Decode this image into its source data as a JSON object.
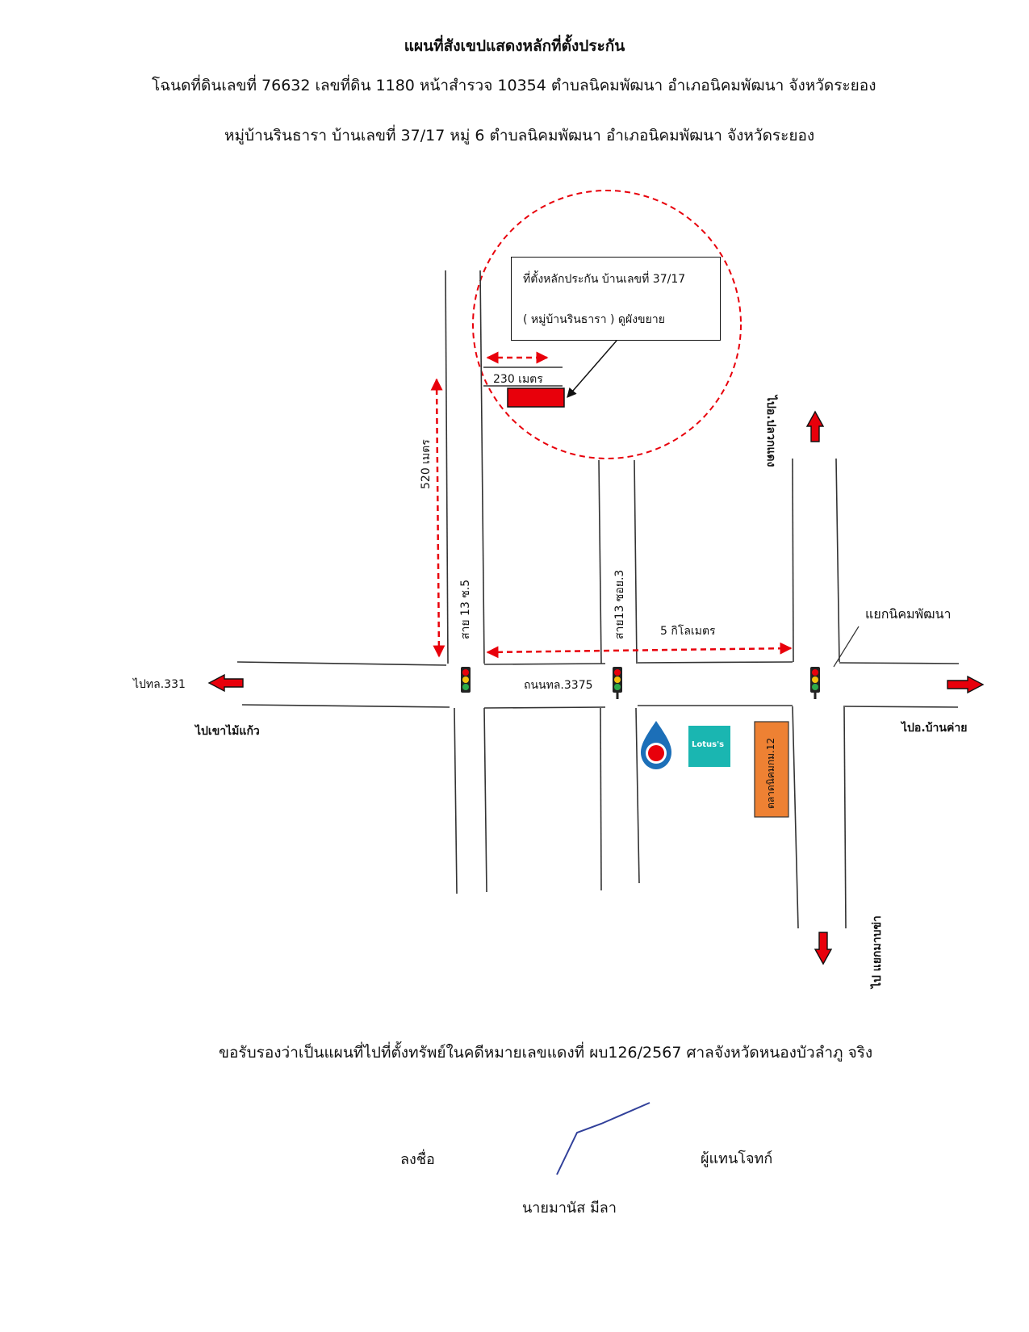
{
  "header": {
    "title": "แผนที่สังเขปแสดงหลักที่ตั้งประกัน",
    "line1": "โฉนดที่ดินเลขที่ 76632   เลขที่ดิน 1180  หน้าสำรวจ 10354  ตำบลนิคมพัฒนา  อำเภอนิคมพัฒนา  จังหวัดระยอง",
    "line2": "หมู่บ้านรินธารา บ้านเลขที่ 37/17  หมู่ 6  ตำบลนิคมพัฒนา  อำเภอนิคมพัฒนา  จังหวัดระยอง"
  },
  "map": {
    "callout": {
      "line1": "ที่ตั้งหลักประกัน บ้านเลขที่ 37/17",
      "line2": "( หมู่บ้านรินธารา ) ดูผังขยาย"
    },
    "distances": {
      "d230": "230 เมตร",
      "d520": "520 เมตร",
      "d5km": "5 กิโลเมตร"
    },
    "roads": {
      "soi_a": "สาย 13 ซ.5",
      "soi_b": "สาย13 ซอย.3",
      "main_road": "ถนนทล.3375"
    },
    "directions": {
      "west": "ไปทล.331",
      "southwest": "ไปเขาไม้แก้ว",
      "north": "ไปอ.ปลวกแดง",
      "east": "ไปอ.บ้านค่าย",
      "south": "ไป แยกมาบข่า"
    },
    "landmarks": {
      "junction": "แยกนิคมพัฒนา",
      "market": "ตลาดนิคมกม.12",
      "lotus_logo": "Lotus's",
      "ptt_icon": "ptt-station-icon"
    },
    "colors": {
      "accent_red": "#e8000b",
      "market_orange": "#ee8133",
      "lotus_teal": "#1ab6b1",
      "ptt_blue": "#1c6fb8"
    }
  },
  "footer": {
    "certify": "ขอรับรองว่าเป็นแผนที่ไปที่ตั้งทรัพย์ในคดีหมายเลขแดงที่ ผบ126/2567 ศาลจังหวัดหนองบัวลำภู จริง",
    "sign_label": "ลงชื่อ",
    "role": "ผู้แทนโจทก์",
    "name": "นายมานัส    มีลา"
  }
}
